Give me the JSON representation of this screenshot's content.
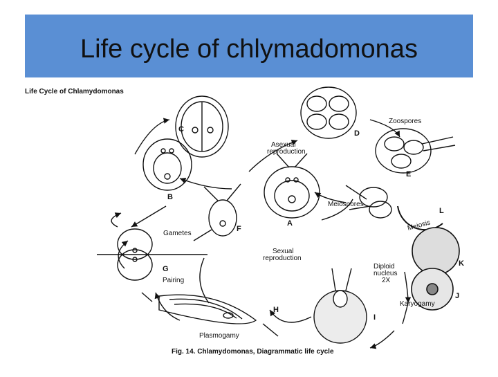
{
  "slide": {
    "title": "Life cycle of chlymadomonas"
  },
  "figure": {
    "header": "Life Cycle of Chlamydomonas",
    "caption": "Fig. 14. Chlamydomonas, Diagrammatic life cycle",
    "labels": {
      "zoospores": "Zoospores",
      "asexual": "Asexual reproduction",
      "meiospores": "Meiospores",
      "meiosis": "Meiosis",
      "gametes": "Gametes",
      "sexual": "Sexual reproduction",
      "diploid": "Diploid nucleus 2X",
      "pairing": "Pairing",
      "karyogamy": "Karyogamy",
      "plasmogamy": "Plasmogamy"
    },
    "stages": [
      "A",
      "B",
      "C",
      "D",
      "E",
      "F",
      "G",
      "H",
      "I",
      "J",
      "K",
      "L"
    ]
  }
}
